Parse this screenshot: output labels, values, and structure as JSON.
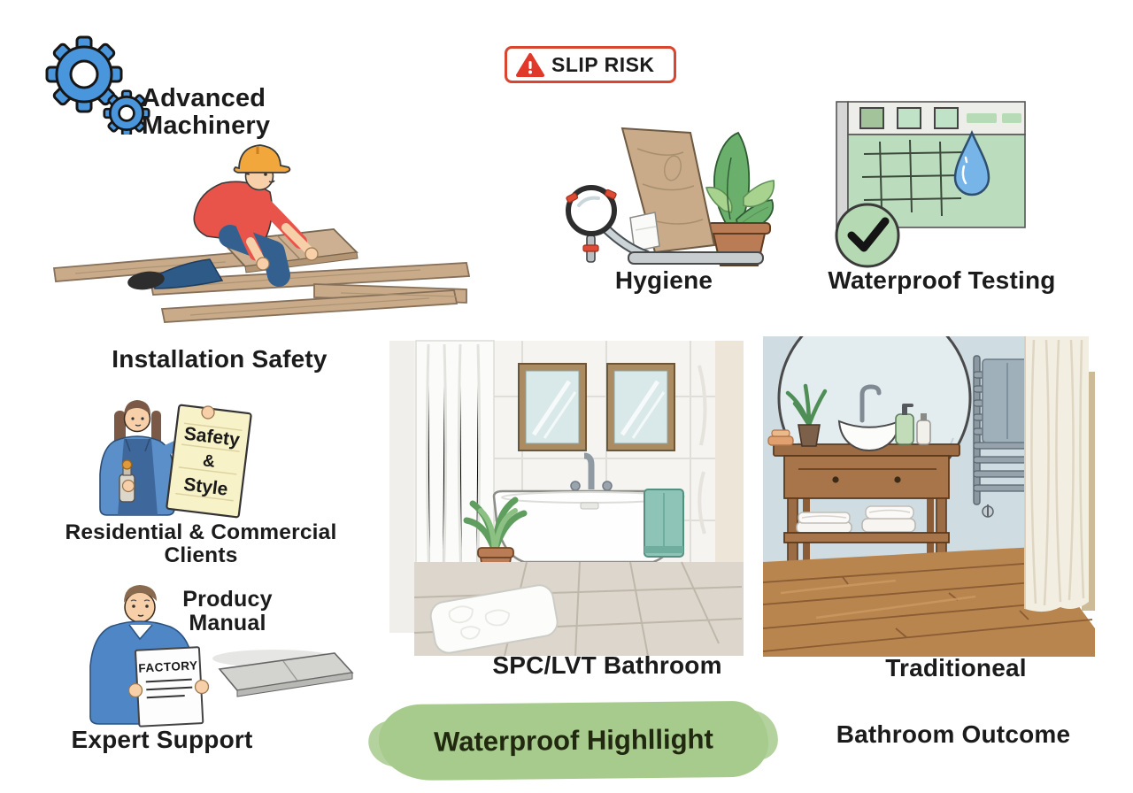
{
  "page": {
    "background": "#ffffff"
  },
  "labels": {
    "advanced_machinery": "Advanced Machinery",
    "slip_risk": "SLIP RISK",
    "installation_safety": "Installation Safety",
    "hygiene": "Hygiene",
    "waterproof_testing": "Waterproof Testing",
    "clients": "Residential & Commercial Clients",
    "product_note_line1": "Producy",
    "product_note_line2": "Manual",
    "expert_support": "Expert Support",
    "spc_bathroom": "SPC/LVT Bathroom",
    "traditional": "Traditioneal",
    "bathroom_outcome": "Bathroom Outcome",
    "waterproof_highlight": "Waterproof Highllight"
  },
  "sign": {
    "line1": "Safety",
    "line2": "&",
    "line3": "Style"
  },
  "document": {
    "title": "FACTORY"
  },
  "icons": {
    "gears": "gears-icon",
    "warning": "warning-triangle-icon",
    "magnifier": "magnifier-icon",
    "water_drop": "water-drop-icon",
    "check": "check-icon",
    "hard_hat": "hard-hat-icon"
  },
  "colors": {
    "gear_blue": "#4a96dc",
    "risk_red": "#d9452f",
    "hat_orange": "#f2a73d",
    "shirt_red": "#e8544a",
    "jeans_blue": "#33608f",
    "plank_tan": "#c9ab8a",
    "sign_cream": "#f8f2c8",
    "jacket_blue": "#4f86c5",
    "card_green": "#bcdcbe",
    "drop_blue": "#77b4e8",
    "check_green": "#b5d9b2",
    "towel_teal": "#8ec4b8",
    "wall_blue": "#cfdde3",
    "wood_floor": "#b9854f",
    "highlight_green": "#a7ca8d"
  }
}
